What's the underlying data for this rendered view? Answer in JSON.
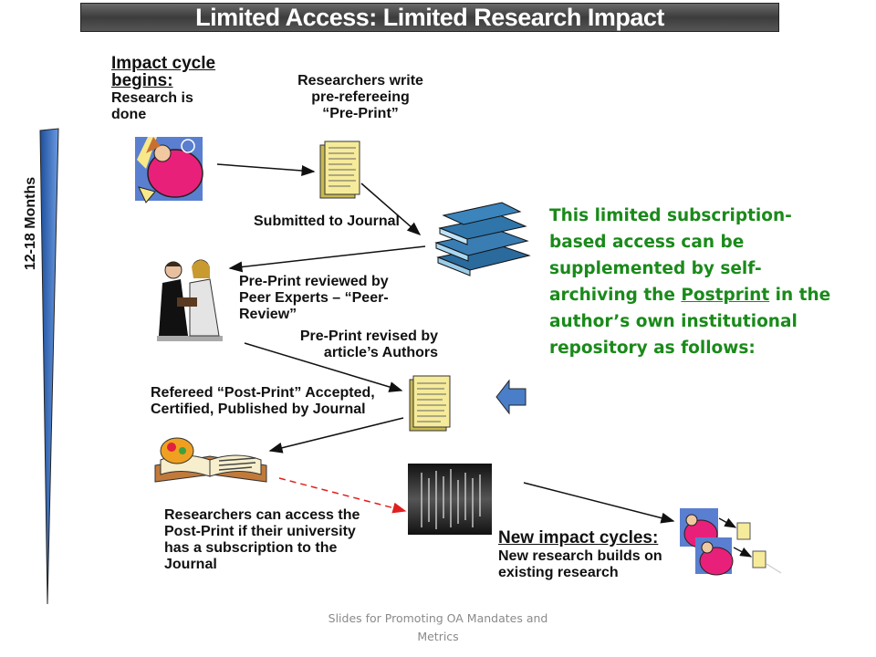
{
  "header": {
    "title": "Limited Access: Limited Research Impact"
  },
  "sidebar": {
    "timeline_label": "12-18 Months"
  },
  "steps": {
    "impact_begins_heading": "Impact cycle begins:",
    "impact_begins_body": "Research is done",
    "write_preprint_lines": [
      "Researchers write",
      "pre-refereeing",
      "“Pre-Print”"
    ],
    "submitted": "Submitted to Journal",
    "peer_review": "Pre-Print reviewed by Peer Experts – “Peer-Review”",
    "revised_lines": [
      "Pre-Print revised by",
      "article’s Authors"
    ],
    "accepted": "Refereed “Post-Print” Accepted, Certified, Published by Journal",
    "access": "Researchers can access the Post-Print if their university has a subscription to the Journal",
    "new_cycles_heading": "New impact cycles:",
    "new_cycles_body": "New research builds on existing research"
  },
  "note": {
    "before": "This limited subscription-based access can be supplemented by self-archiving the ",
    "link": "Postprint",
    "after": " in the author’s own institutional repository as follows:"
  },
  "footer": {
    "text": "Slides for Promoting OA Mandates and Metrics"
  },
  "colors": {
    "note_green": "#1a8a1a",
    "timeline_blue": "#4a7ec8",
    "arrow_red": "#e02020"
  }
}
